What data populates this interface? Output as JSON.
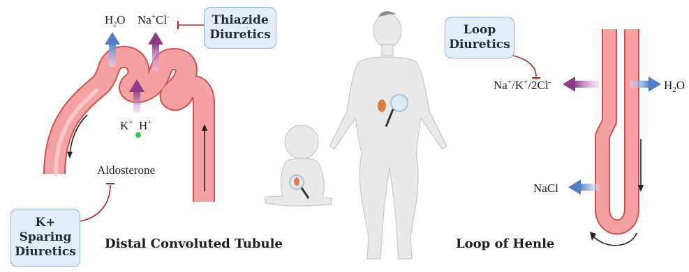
{
  "drugs": {
    "thiazide": [
      "Thiazide",
      "Diuretics"
    ],
    "loop": [
      "Loop",
      "Diuretics"
    ],
    "k_sparing": [
      "K+",
      "Sparing",
      "Diuretics"
    ]
  },
  "dct": {
    "water_main": "H",
    "water_sub": "2",
    "water_end": "O",
    "nacl": [
      "Na",
      "+",
      "Cl",
      "-"
    ],
    "k": [
      "K",
      "+"
    ],
    "h": [
      "H",
      "+"
    ],
    "hormone": "Aldosterone",
    "caption": "Distal Convoluted Tubule"
  },
  "henle": {
    "ions": [
      "Na",
      "+",
      "/K",
      "+",
      "/2Cl",
      "-"
    ],
    "water_main": "H",
    "water_sub": "2",
    "water_end": "O",
    "nacl": "NaCl",
    "caption": "Loop of Henle"
  },
  "colors": {
    "tubule_fill": "#f6a2a3",
    "tubule_stroke": "#d05050",
    "water_arrow": "#5b86c9",
    "ion_arrow": "#8a3a86",
    "inhibit": "#b22222",
    "stimulate": "#2ecc40",
    "box_fill": "#e3eefa",
    "box_border": "#8fb3d9",
    "body_fill": "#e9e9e9"
  }
}
